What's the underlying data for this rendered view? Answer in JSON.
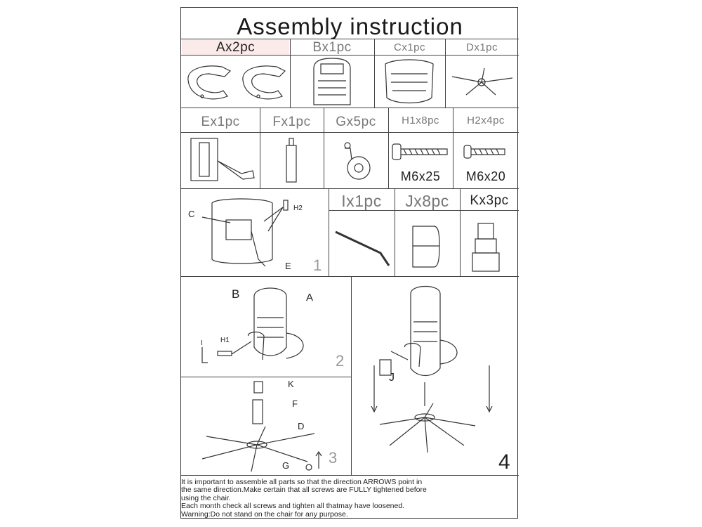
{
  "title": "Assembly instruction",
  "parts_row1": [
    {
      "label": "Ax2pc"
    },
    {
      "label": "Bx1pc"
    },
    {
      "label": "Cx1pc"
    },
    {
      "label": "Dx1pc"
    }
  ],
  "parts_row2": [
    {
      "label": "Ex1pc"
    },
    {
      "label": "Fx1pc"
    },
    {
      "label": "Gx5pc"
    },
    {
      "label": "H1x8pc",
      "size": "M6x25"
    },
    {
      "label": "H2x4pc",
      "size": "M6x20"
    }
  ],
  "parts_row3": [
    {
      "label": "Ix1pc"
    },
    {
      "label": "Jx8pc"
    },
    {
      "label": "Kx3pc"
    }
  ],
  "step1": {
    "number": "1",
    "c": "C",
    "e": "E",
    "h2": "H2"
  },
  "step2": {
    "number": "2",
    "a": "A",
    "b": "B",
    "h1": "H1",
    "i": "I"
  },
  "step3": {
    "number": "3",
    "k": "K",
    "f": "F",
    "d": "D",
    "g": "G"
  },
  "step4": {
    "number": "4",
    "j": "J"
  },
  "notes": [
    "It is important to assemble all parts so that the direction ARROWS  point in",
    "the  same direction.Make certain that all screws are FULLY tightened before",
    "using the chair.",
    "Each month check all screws and tighten all thatmay have loosened.",
    "Warning:Do not stand on the chair for any purpose."
  ]
}
